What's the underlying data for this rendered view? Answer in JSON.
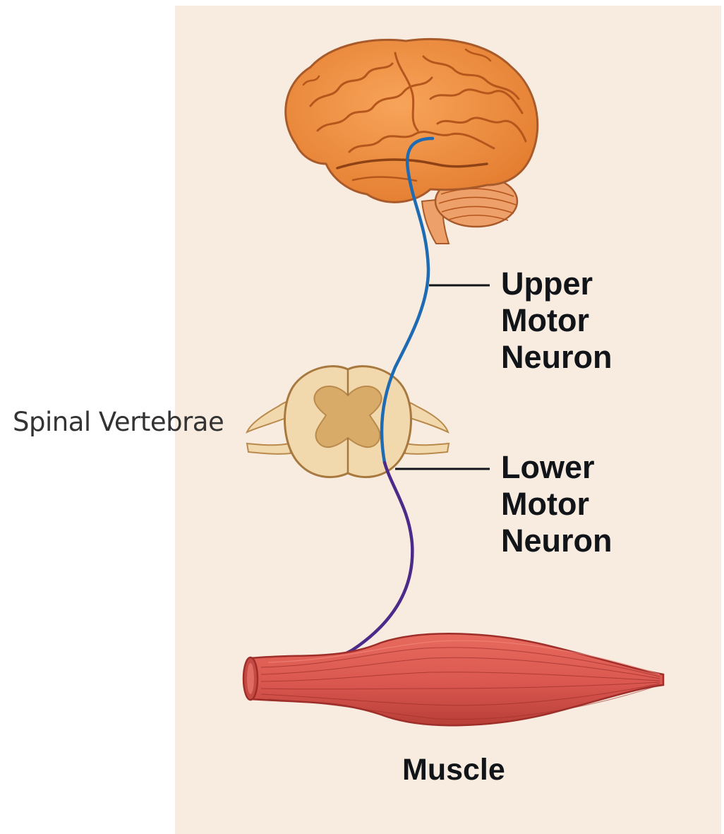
{
  "labels": {
    "upper_motor_neuron": [
      "Upper",
      "Motor",
      "Neuron"
    ],
    "lower_motor_neuron": [
      "Lower",
      "Motor",
      "Neuron"
    ],
    "spinal": "Spinal Vertebrae",
    "muscle": "Muscle"
  },
  "colors": {
    "background": "#f7ecdf",
    "brain": "#ee8a3a",
    "brain_dark": "#b5561c",
    "cerebellum": "#eea06a",
    "spinal_cord": "#f1d9ad",
    "gray_matter": "#d8ac68",
    "upper_neuron": "#1f6bb3",
    "lower_neuron": "#4b2a8a",
    "muscle": "#d9574f",
    "muscle_dark": "#9e2e2a"
  },
  "icons": [
    "brain-icon",
    "cerebellum-icon",
    "spinal-cord-icon",
    "muscle-icon"
  ]
}
